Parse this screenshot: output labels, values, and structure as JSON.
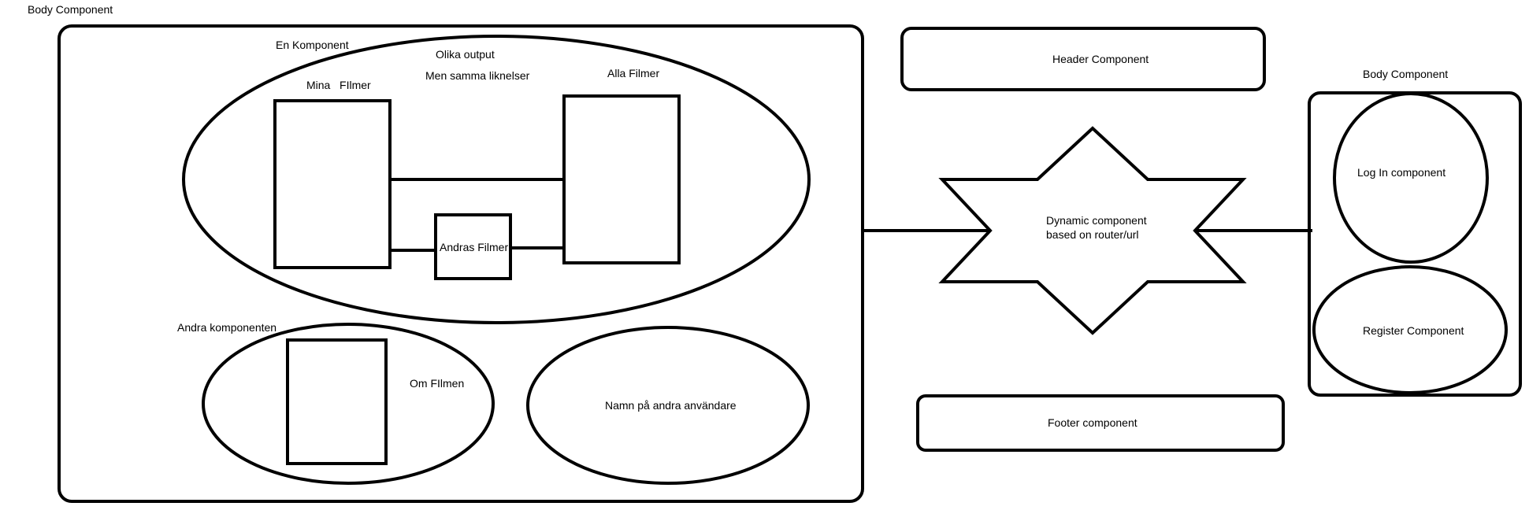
{
  "labels": {
    "body_left_title": "Body Component",
    "en_komponent": "En Komponent",
    "olika_output": "Olika output",
    "men_samma": "Men samma liknelser",
    "mina_filmer": "Mina   FIlmer",
    "alla_filmer": "Alla Filmer",
    "andras_filmer": "Andras Filmer",
    "andra_komponenten": "Andra komponenten",
    "om_filmen": "Om FIlmen",
    "namn_andra": "Namn på andra användare",
    "header_component": "Header Component",
    "dynamic_line1": "Dynamic component",
    "dynamic_line2": "based on router/url",
    "footer_component": "Footer component",
    "body_right_title": "Body Component",
    "login_component": "Log In component",
    "register_component": "Register Component"
  },
  "colors": {
    "stroke": "#000000",
    "background": "#ffffff",
    "text": "#000000"
  }
}
